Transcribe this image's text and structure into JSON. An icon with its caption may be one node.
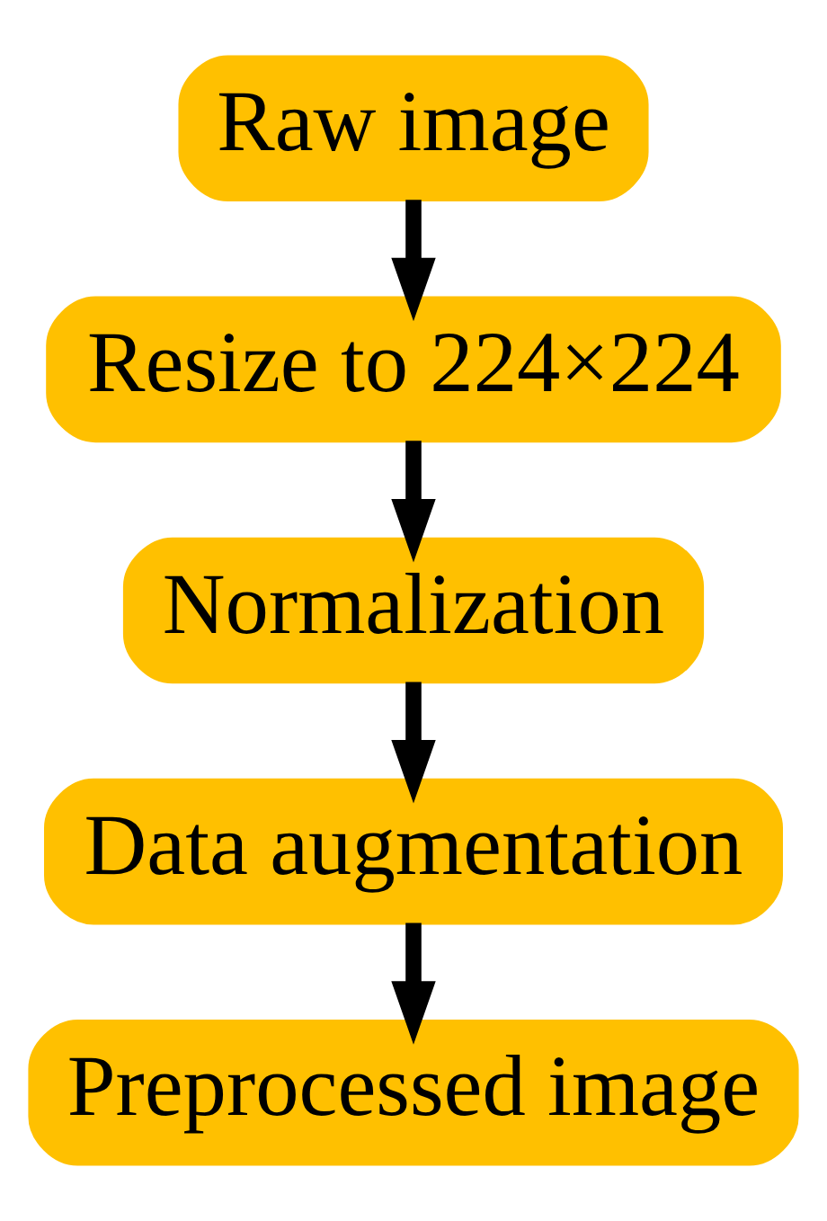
{
  "diagram": {
    "nodes": [
      {
        "text": [
          "Raw image"
        ]
      },
      {
        "text": [
          "Resize to 224×224"
        ]
      },
      {
        "text": [
          "Normalization"
        ]
      },
      {
        "text": [
          "Data augmentation"
        ]
      },
      {
        "text": [
          "Preprocessed image"
        ]
      }
    ],
    "edges": [
      {
        "from": 0,
        "to": 1,
        "arrow": "to"
      },
      {
        "from": 1,
        "to": 2,
        "arrow": "to"
      },
      {
        "from": 2,
        "to": 3,
        "arrow": "to"
      },
      {
        "from": 3,
        "to": 4,
        "arrow": "to"
      }
    ]
  }
}
